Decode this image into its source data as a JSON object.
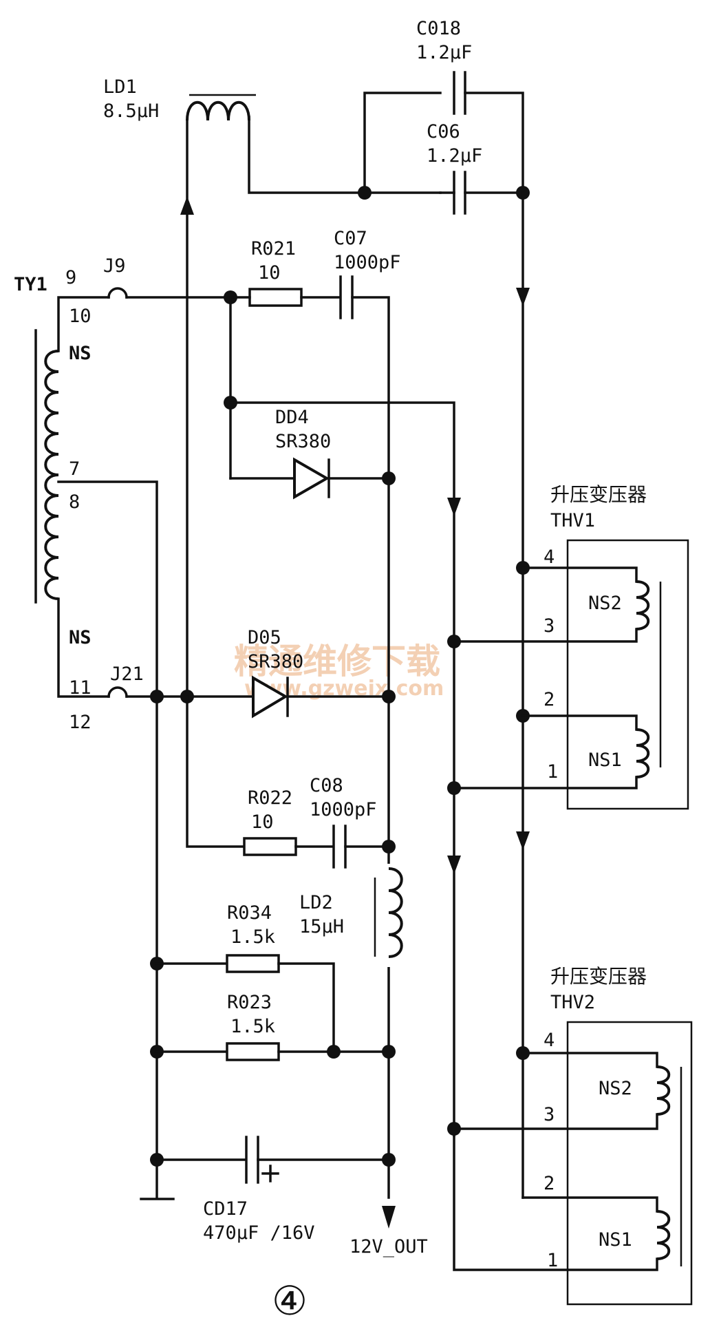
{
  "labels": {
    "c018_name": "C018",
    "c018_val": "1.2μF",
    "c06_name": "C06",
    "c06_val": "1.2μF",
    "ld1_name": "LD1",
    "ld1_val": "8.5μH",
    "r021_name": "R021",
    "r021_val": "10",
    "c07_name": "C07",
    "c07_val": "1000pF",
    "ty1": "TY1",
    "pin9": "9",
    "pin10": "10",
    "pin7": "7",
    "pin8": "8",
    "pin11": "11",
    "pin12": "12",
    "ns_top": "NS",
    "ns_bot": "NS",
    "j9": "J9",
    "j21": "J21",
    "dd4_name": "DD4",
    "dd4_val": "SR380",
    "d05_name": "D05",
    "d05_val": "SR380",
    "r022_name": "R022",
    "r022_val": "10",
    "c08_name": "C08",
    "c08_val": "1000pF",
    "ld2_name": "LD2",
    "ld2_val": "15μH",
    "r034_name": "R034",
    "r034_val": "1.5k",
    "r023_name": "R023",
    "r023_val": "1.5k",
    "cd17_name": "CD17",
    "cd17_val": "470μF /16V",
    "out": "12V_OUT",
    "thv1_cn": "升压变压器",
    "thv1_name": "THV1",
    "thv2_cn": "升压变压器",
    "thv2_name": "THV2",
    "thv1_p4": "4",
    "thv1_p3": "3",
    "thv1_p2": "2",
    "thv1_p1": "1",
    "thv1_ns2": "NS2",
    "thv1_ns1": "NS1",
    "thv2_p4": "4",
    "thv2_p3": "3",
    "thv2_p2": "2",
    "thv2_p1": "1",
    "thv2_ns2": "NS2",
    "thv2_ns1": "NS1",
    "figure_number": "④",
    "watermark_cn": "精通维修下载",
    "watermark_url": "www.gzweix.com"
  }
}
